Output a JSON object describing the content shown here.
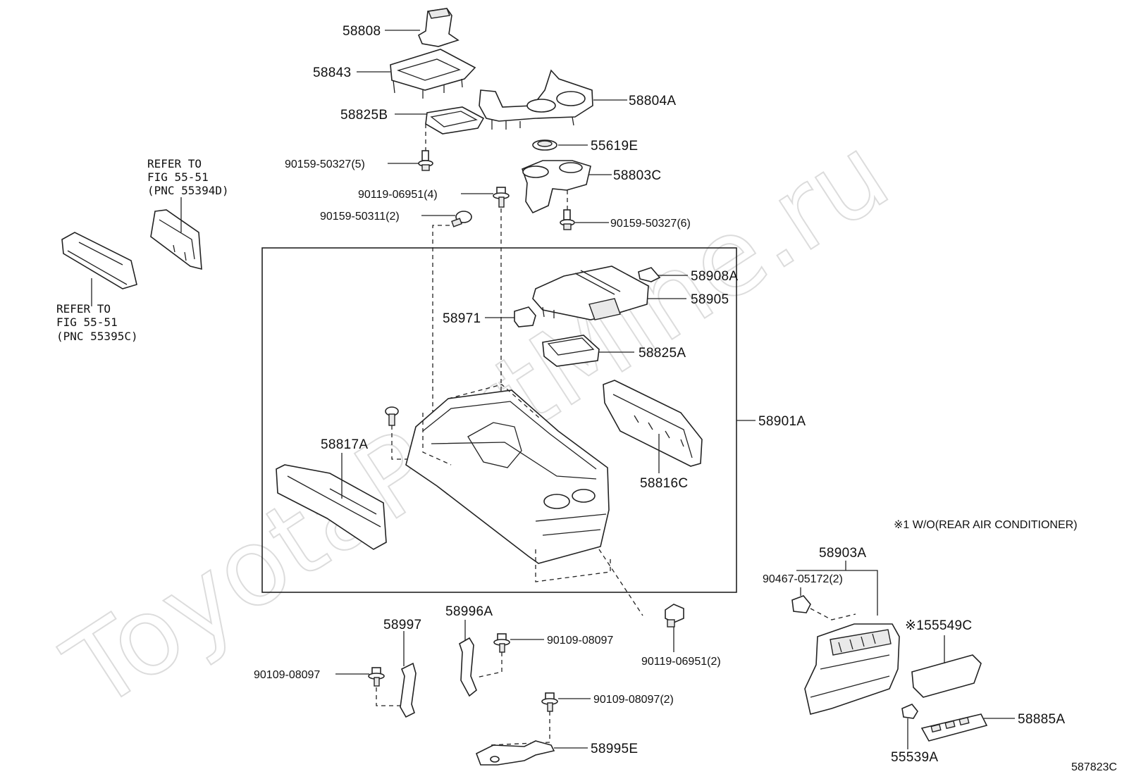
{
  "watermark": "ToyotaPartMine.ru",
  "diagram_code": "587823C",
  "note": "※1 W/O(REAR AIR CONDITIONER)",
  "parts": {
    "p58808": "58808",
    "p58843": "58843",
    "p58804A": "58804A",
    "p58825B": "58825B",
    "p55619E": "55619E",
    "p58803C": "58803C",
    "b90159_50327_5": "90159-50327(5)",
    "b90119_06951_4": "90119-06951(4)",
    "b90159_50311_2": "90159-50311(2)",
    "b90159_50327_6": "90159-50327(6)",
    "p58908A": "58908A",
    "p58905": "58905",
    "p58971": "58971",
    "p58825A": "58825A",
    "p58901A": "58901A",
    "p58817A": "58817A",
    "p58816C": "58816C",
    "p58997": "58997",
    "p58996A": "58996A",
    "b90109_08097_a": "90109-08097",
    "b90109_08097_b": "90109-08097",
    "b90109_08097_2": "90109-08097(2)",
    "b90119_06951_2": "90119-06951(2)",
    "p58995E": "58995E",
    "p58903A": "58903A",
    "b90467_05172_2": "90467-05172(2)",
    "p55549C": "※155549C",
    "p58885A": "58885A",
    "p55539A": "55539A"
  },
  "refers": {
    "r1": {
      "line1": "REFER TO",
      "line2": "FIG 55-51",
      "line3": "(PNC 55394D)"
    },
    "r2": {
      "line1": "REFER TO",
      "line2": "FIG 55-51",
      "line3": "(PNC 55395C)"
    }
  }
}
